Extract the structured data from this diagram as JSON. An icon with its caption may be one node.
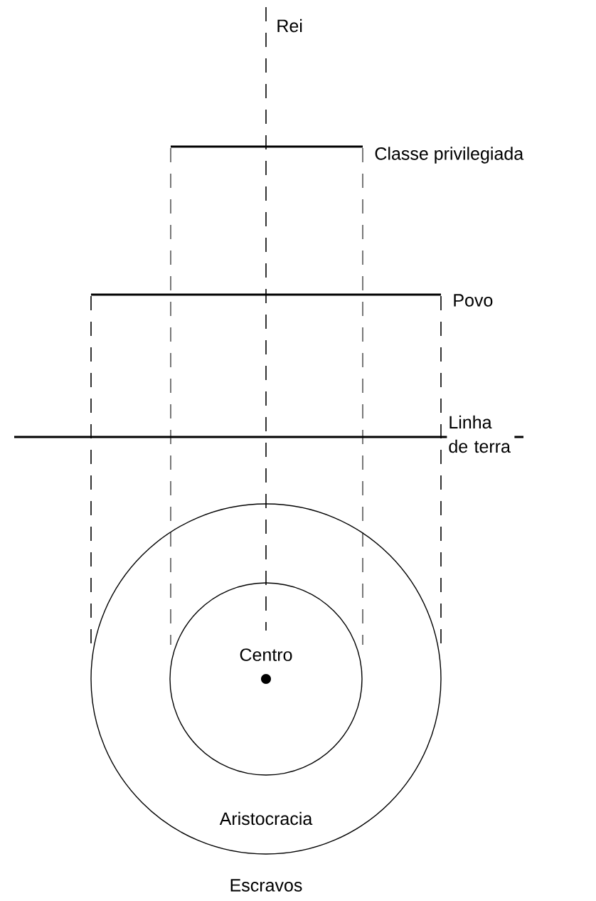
{
  "diagram": {
    "nodes": [
      {
        "text": [
          "Aristocracia"
        ]
      },
      {
        "text": [
          "Centro"
        ],
        "in": 0
      }
    ],
    "labels": [
      "Rei",
      "Classe privilegiada",
      "Povo",
      "Linha de terra",
      "Escravos"
    ]
  }
}
